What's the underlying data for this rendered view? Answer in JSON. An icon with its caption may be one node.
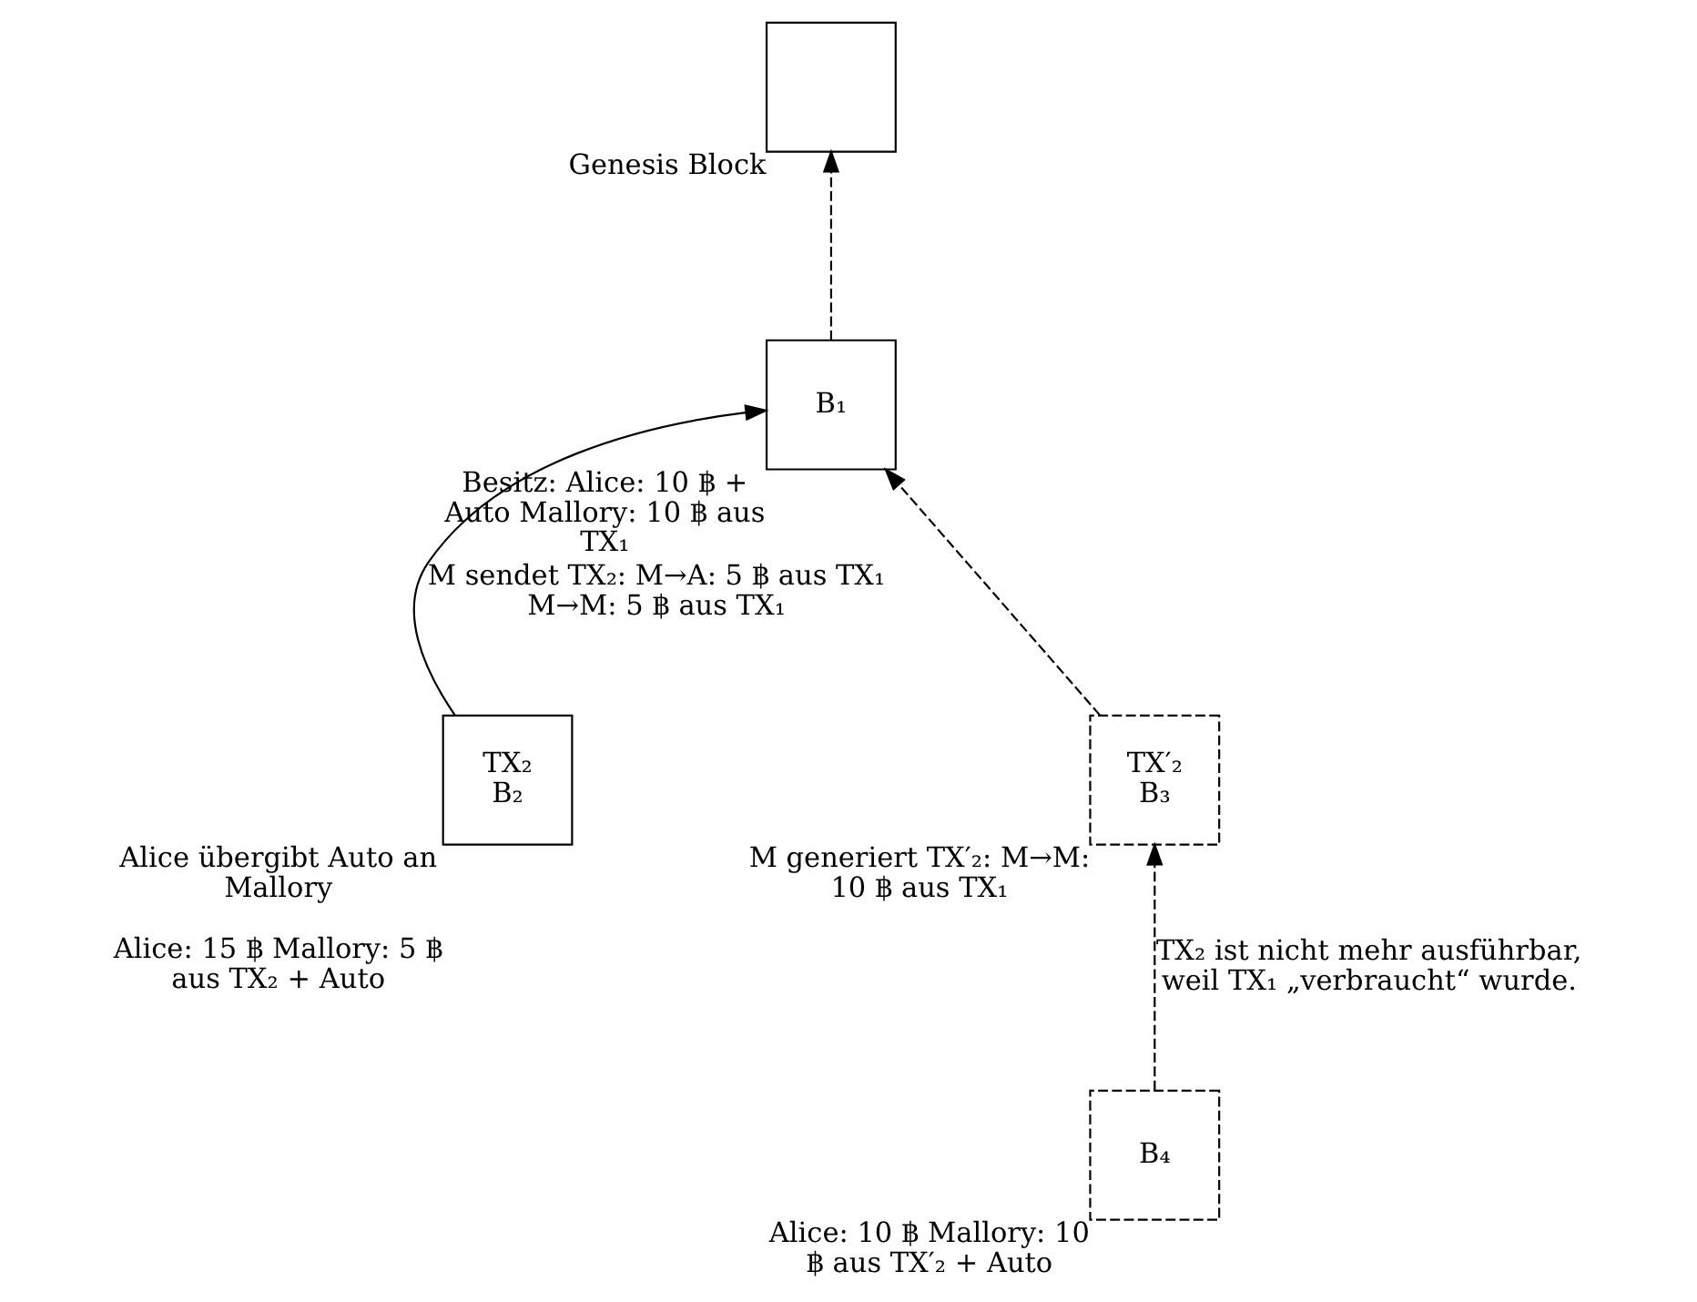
{
  "diagram": {
    "nodes": [
      {
        "text": [],
        "shape": "box",
        "beside": [
          "Genesis Block"
        ]
      },
      {
        "text": [
          "B₁"
        ],
        "beside": [
          "Besitz: Alice: 10 ฿ + Auto Mallory: 10 ฿ aus TX₁"
        ]
      },
      {
        "text": [
          "TX₂",
          "B₂"
        ],
        "beside": [
          "Alice übergibt Auto an Mallory",
          "Alice: 15 ฿ Mallory: 5 ฿ aus TX₂ + Auto"
        ]
      },
      {
        "text": [
          "TX′₂",
          "B₃"
        ],
        "beside": [
          "M generiert TX′₂: M→M: 10 ฿ aus TX₁"
        ]
      },
      {
        "text": [
          "B₄"
        ],
        "beside": [
          "Alice: 10 ฿ Mallory: 10 ฿ aus TX′₂ + Auto"
        ]
      }
    ],
    "edges": [
      {
        "from": 1,
        "to": 0,
        "arrow": "to",
        "style": "dashed"
      },
      {
        "from": 2,
        "to": 1,
        "arrow": "to",
        "label": "M sendet TX₂: M→A: 5 ฿ aus TX₁ M→M: 5 ฿ aus TX₁"
      },
      {
        "from": 3,
        "to": 1,
        "arrow": "to",
        "style": "dashed"
      },
      {
        "from": 4,
        "to": 3,
        "arrow": "to",
        "style": "dashed",
        "label": "TX₂ ist nicht mehr ausführbar, weil TX₁ „verbraucht“ wurde."
      }
    ]
  }
}
